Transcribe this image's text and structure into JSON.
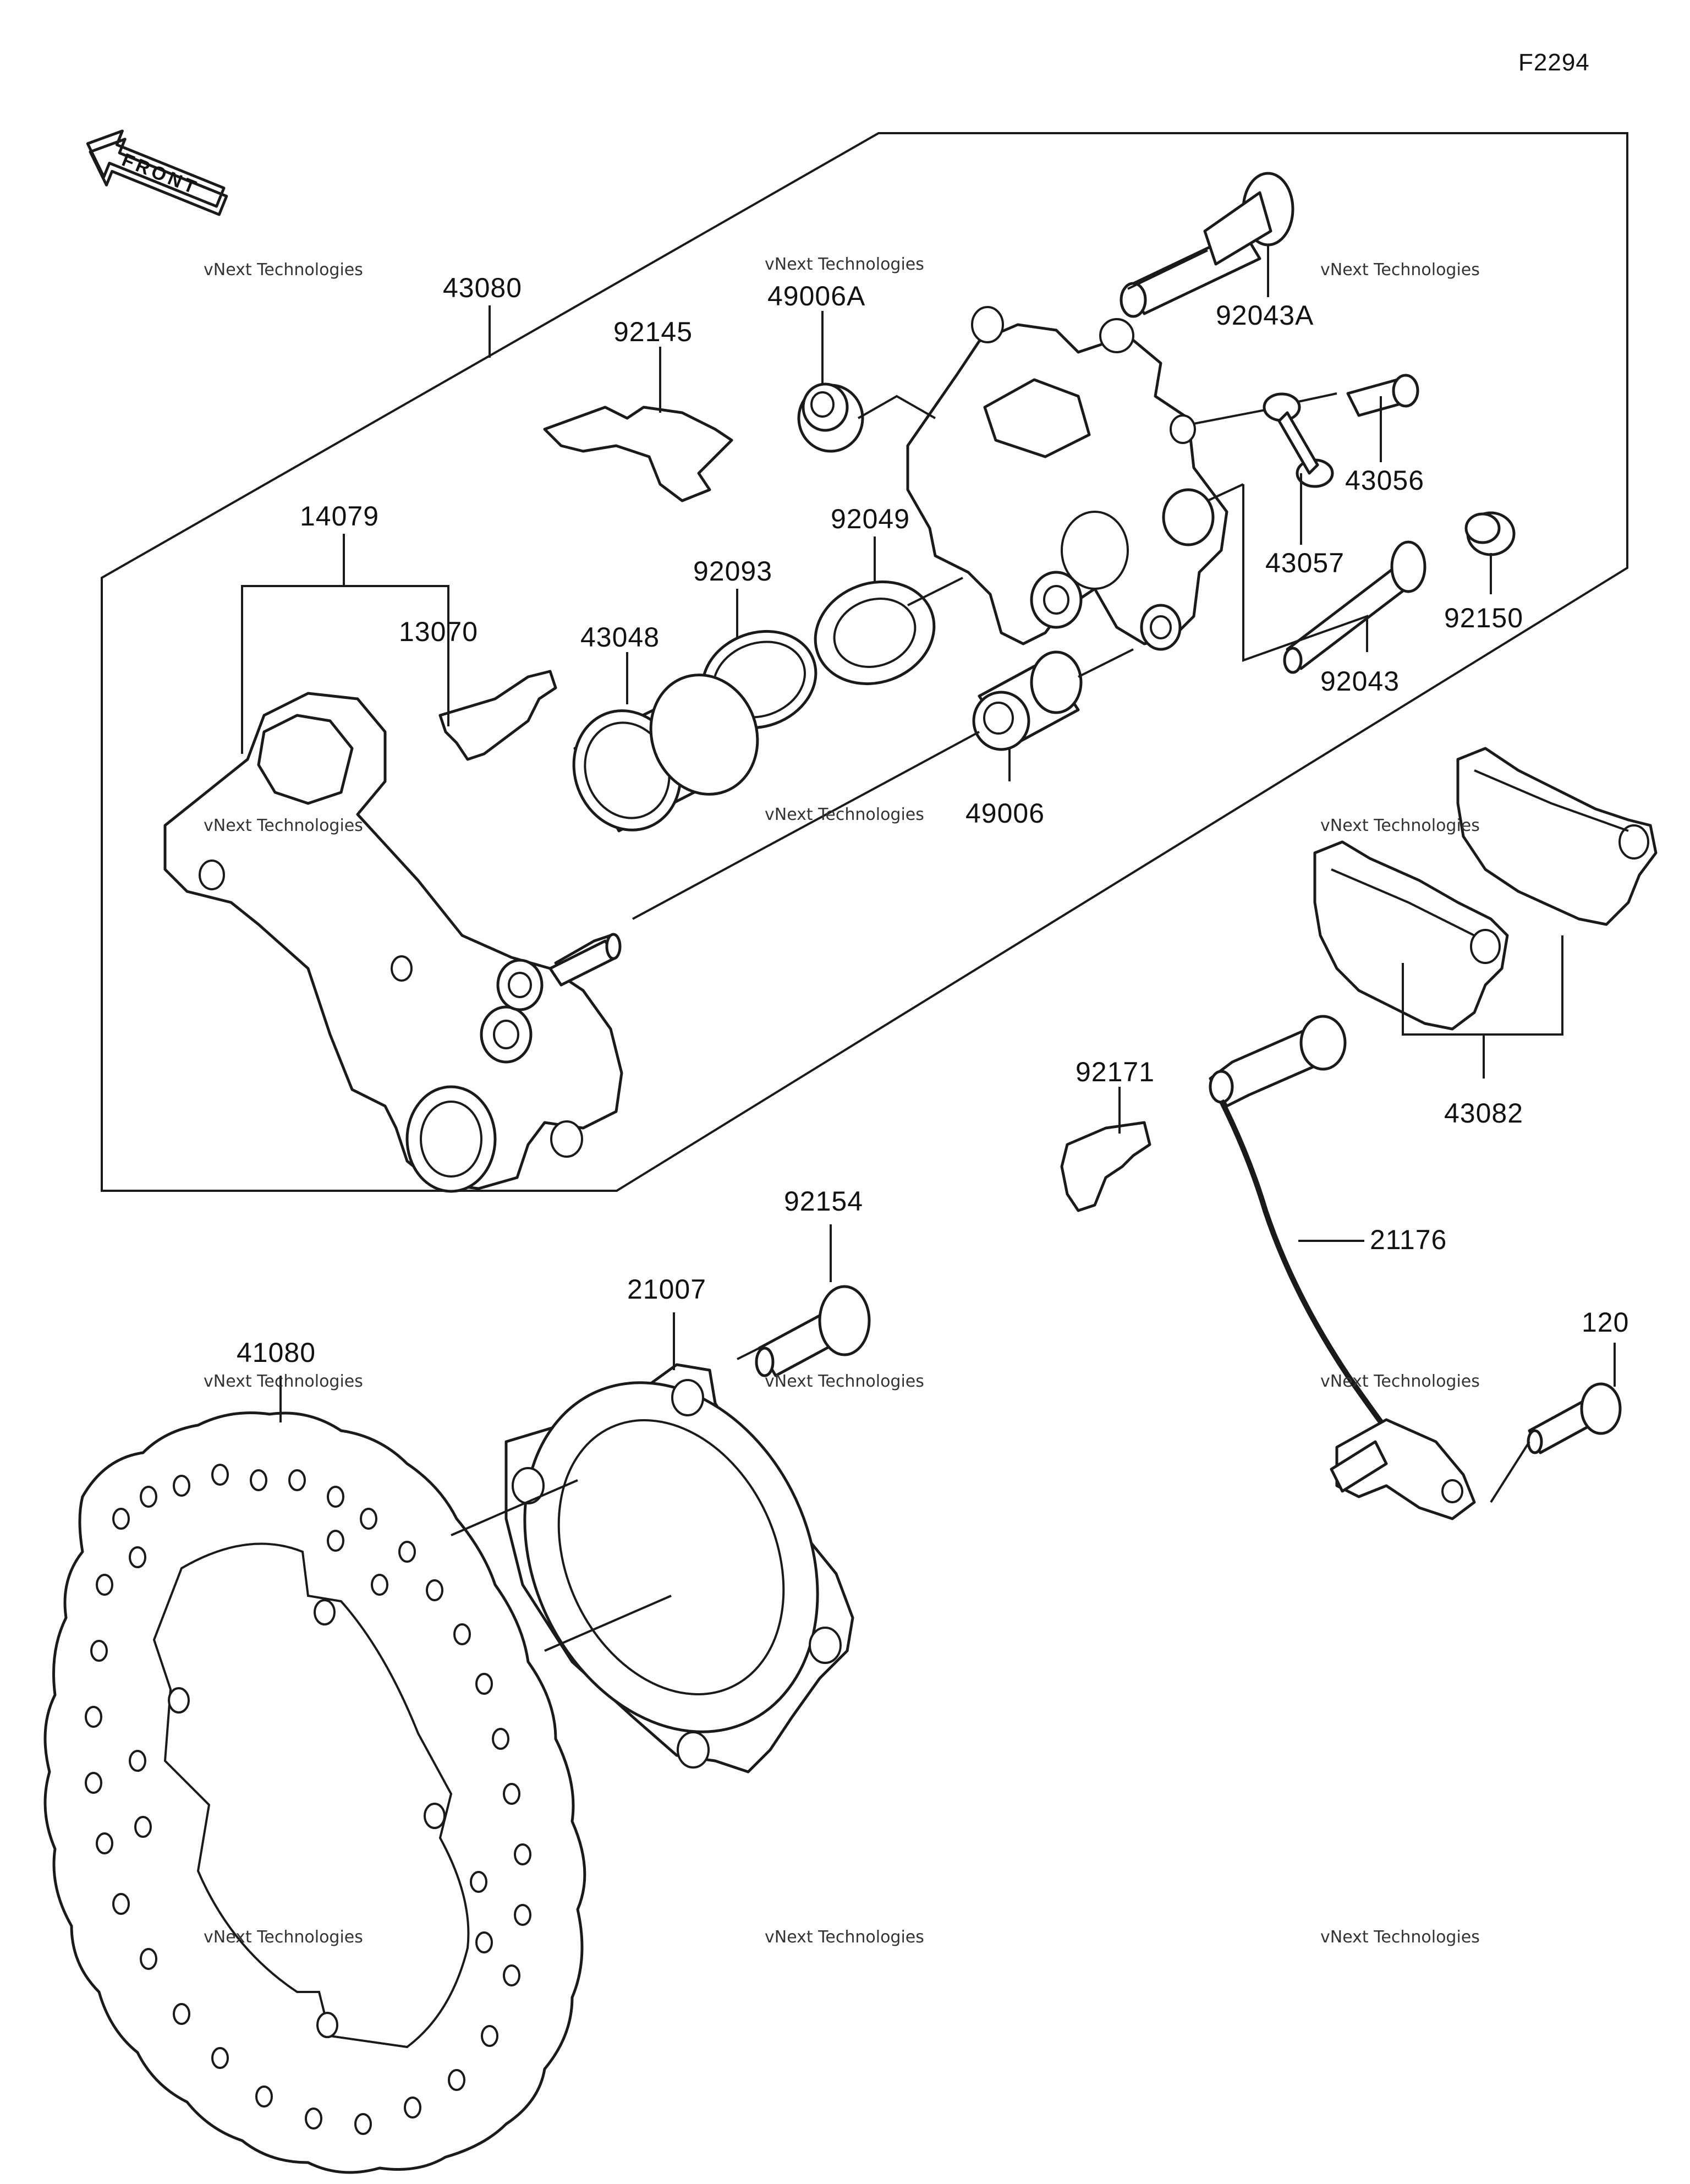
{
  "figure_id": "F2294",
  "front_label": "FRONT",
  "watermark": {
    "line1": "vNext Technologies",
    "line2": "vNext\nTechnologies"
  },
  "parts": {
    "p43080": "43080",
    "p92145": "92145",
    "p49006A": "49006A",
    "p92043A": "92043A",
    "p43056": "43056",
    "p43057": "43057",
    "p92049": "92049",
    "p92093": "92093",
    "p43048": "43048",
    "p14079": "14079",
    "p13070": "13070",
    "p92150": "92150",
    "p92043": "92043",
    "p49006": "49006",
    "p43082": "43082",
    "p92171": "92171",
    "p92154": "92154",
    "p21007": "21007",
    "p21176": "21176",
    "p120": "120",
    "p41080": "41080"
  }
}
